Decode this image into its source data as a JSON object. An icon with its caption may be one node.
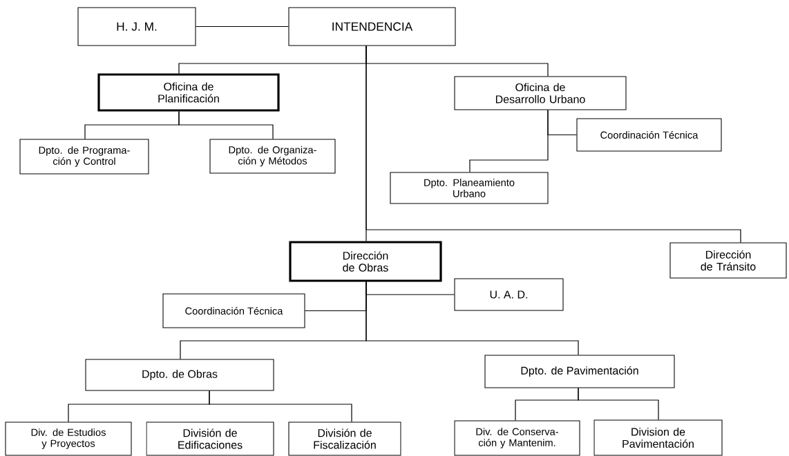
{
  "diagram": {
    "nodes": [
      {
        "text": [
          "H. J. M."
        ]
      },
      {
        "text": [
          "INTENDENCIA"
        ]
      },
      {
        "text": [
          "Oficina de Planificación"
        ]
      },
      {
        "text": [
          "Oficina de Desarrollo Urbano"
        ]
      },
      {
        "text": [
          "Coordinación Técnica"
        ]
      },
      {
        "text": [
          "Dpto. de Programa- ción y Control"
        ]
      },
      {
        "text": [
          "Dpto. de Organiza- ción y Métodos"
        ]
      },
      {
        "text": [
          "Dpto. Planeamiento Urbano"
        ]
      },
      {
        "text": [
          "Dirección de Obras"
        ]
      },
      {
        "text": [
          "Dirección de Tránsito"
        ]
      },
      {
        "text": [
          "U. A. D."
        ]
      },
      {
        "text": [
          "Coordinación Técnica"
        ]
      },
      {
        "text": [
          "Dpto. de Obras"
        ]
      },
      {
        "text": [
          "Dpto. de Pavimentación"
        ]
      },
      {
        "text": [
          "Div. de Estudios y Proyectos"
        ]
      },
      {
        "text": [
          "División de Edificaciones"
        ]
      },
      {
        "text": [
          "División de Fiscalización"
        ]
      },
      {
        "text": [
          "Div. de Conserva- ción y Mantenim."
        ]
      },
      {
        "text": [
          "Division de Pavimentación"
        ]
      }
    ],
    "edges": [
      {
        "from": 0,
        "to": 1,
        "arrow": "none"
      },
      {
        "from": 1,
        "to": 2,
        "arrow": "none"
      },
      {
        "from": 1,
        "to": 3,
        "arrow": "none"
      },
      {
        "from": 1,
        "to": 8,
        "arrow": "none"
      },
      {
        "from": 1,
        "to": 9,
        "arrow": "none"
      },
      {
        "from": 2,
        "to": 5,
        "arrow": "none"
      },
      {
        "from": 2,
        "to": 6,
        "arrow": "none"
      },
      {
        "from": 3,
        "to": 4,
        "arrow": "none"
      },
      {
        "from": 3,
        "to": 7,
        "arrow": "none"
      },
      {
        "from": 8,
        "to": 10,
        "arrow": "none"
      },
      {
        "from": 8,
        "to": 11,
        "arrow": "none"
      },
      {
        "from": 8,
        "to": 12,
        "arrow": "none"
      },
      {
        "from": 8,
        "to": 13,
        "arrow": "none"
      },
      {
        "from": 12,
        "to": 14,
        "arrow": "none"
      },
      {
        "from": 12,
        "to": 16,
        "arrow": "none"
      },
      {
        "from": 13,
        "to": 17,
        "arrow": "none"
      },
      {
        "from": 13,
        "to": 18,
        "arrow": "none"
      }
    ]
  }
}
